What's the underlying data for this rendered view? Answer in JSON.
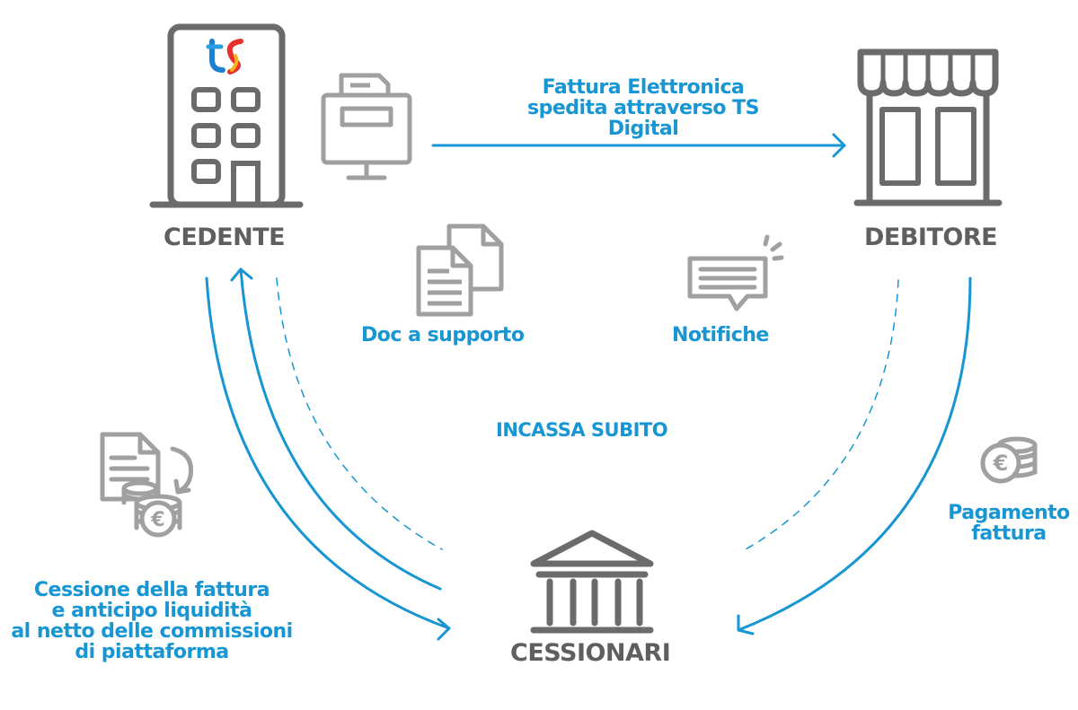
{
  "nodes": {
    "cedente": "CEDENTE",
    "debitore": "DEBITORE",
    "cessionari": "CESSIONARI"
  },
  "labels": {
    "fattura": "Fattura Elettronica\nspedita attraverso TS Digital",
    "doc": "Doc a supporto",
    "notifiche": "Notifiche",
    "incassa": "INCASSA SUBITO",
    "pagamento": "Pagamento\nfattura",
    "cessione": "Cessione della fattura\ne anticipo liquidità\nal netto delle commissioni\ndi piattaforma"
  },
  "colors": {
    "accent": "#1896d3",
    "icon_gray": "#6b6b6b",
    "light_gray": "#a0a0a0"
  }
}
